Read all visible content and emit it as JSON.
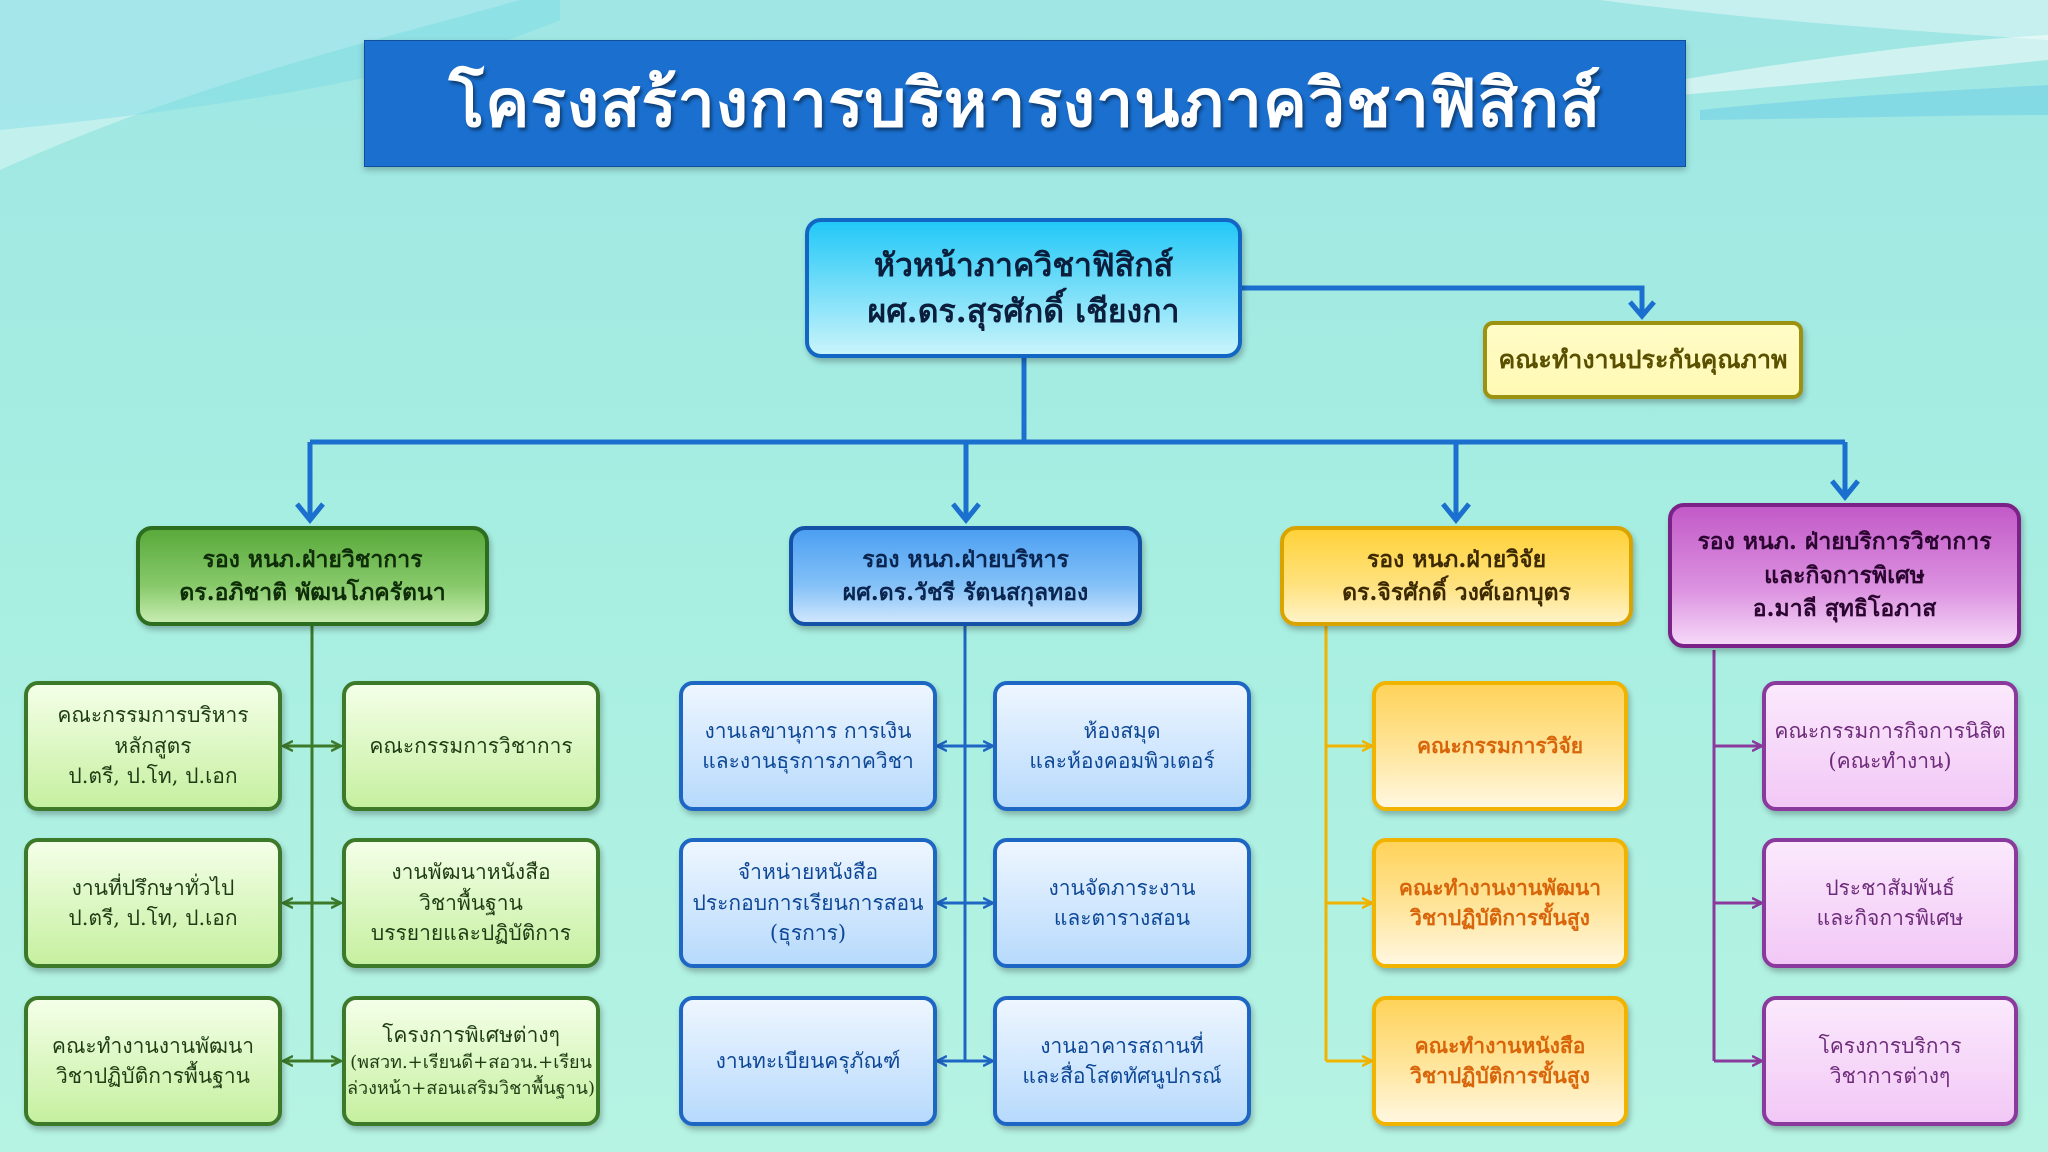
{
  "title": "โครงสร้างการบริหารงานภาควิชาฟิสิกส์",
  "head": {
    "line1": "หัวหน้าภาควิชาฟิสิกส์",
    "line2": "ผศ.ดร.สุรศักดิ์ เชียงกา"
  },
  "quality": "คณะทำงานประกันคุณภาพ",
  "deputies": [
    {
      "line1": "รอง หนภ.ฝ่ายวิชาการ",
      "line2": "ดร.อภิชาติ พัฒนโภครัตนา",
      "line3": ""
    },
    {
      "line1": "รอง หนภ.ฝ่ายบริหาร",
      "line2": "ผศ.ดร.วัชรี รัตนสกุลทอง",
      "line3": ""
    },
    {
      "line1": "รอง หนภ.ฝ่ายวิจัย",
      "line2": "ดร.จิรศักดิ์ วงศ์เอกบุตร",
      "line3": ""
    },
    {
      "line1": "รอง หนภ. ฝ่ายบริการวิชาการ",
      "line2": "และกิจการพิเศษ",
      "line3": "อ.มาลี สุทธิโอภาส"
    }
  ],
  "academic": {
    "left": [
      [
        "คณะกรรมการบริหาร",
        "หลักสูตร",
        "ป.ตรี, ป.โท, ป.เอก"
      ],
      [
        "งานที่ปรึกษาทั่วไป",
        "ป.ตรี, ป.โท, ป.เอก",
        ""
      ],
      [
        "คณะทำงานงานพัฒนา",
        "วิชาปฏิบัติการพื้นฐาน",
        ""
      ]
    ],
    "right": [
      [
        "คณะกรรมการวิชาการ",
        "",
        ""
      ],
      [
        "งานพัฒนาหนังสือ",
        "วิชาพื้นฐาน",
        "บรรยายและปฏิบัติการ"
      ],
      [
        "โครงการพิเศษต่างๆ",
        "(พสวท.+เรียนดี+สอวน.+เรียน",
        "ล่วงหน้า+สอนเสริมวิชาพื้นฐาน)"
      ]
    ]
  },
  "admin": {
    "left": [
      [
        "งานเลขานุการ การเงิน",
        "และงานธุรการภาควิชา",
        ""
      ],
      [
        "จำหน่ายหนังสือ",
        "ประกอบการเรียนการสอน",
        "(ธุรการ)"
      ],
      [
        "งานทะเบียนครุภัณฑ์",
        "",
        ""
      ]
    ],
    "right": [
      [
        "ห้องสมุด",
        "และห้องคอมพิวเตอร์",
        ""
      ],
      [
        "งานจัดภาระงาน",
        "และตารางสอน",
        ""
      ],
      [
        "งานอาคารสถานที่",
        "และสื่อโสตทัศนูปกรณ์",
        ""
      ]
    ]
  },
  "research": [
    [
      "คณะกรรมการวิจัย",
      ""
    ],
    [
      "คณะทำงานงานพัฒนา",
      "วิชาปฏิบัติการขั้นสูง"
    ],
    [
      "คณะทำงานหนังสือ",
      "วิชาปฏิบัติการขั้นสูง"
    ]
  ],
  "service": [
    [
      "คณะกรรมการกิจการนิสิต",
      "(คณะทำงาน)"
    ],
    [
      "ประชาสัมพันธ์",
      "และกิจการพิเศษ"
    ],
    [
      "โครงการบริการ",
      "วิชาการต่างๆ"
    ]
  ],
  "colors": {
    "main_line": "#1a6fcf",
    "green_line": "#3c7a2a",
    "blue_line": "#1e66c4",
    "yellow_line": "#f0b400",
    "purple_line": "#8a3a9c"
  }
}
